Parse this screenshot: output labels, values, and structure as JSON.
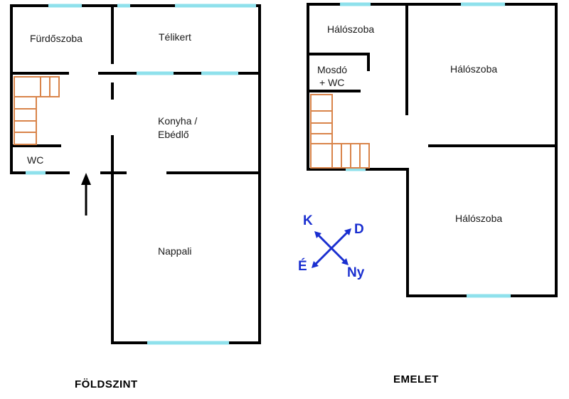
{
  "colors": {
    "wall": "#000000",
    "window": "#8fe1ec",
    "stairs": "#d9844a",
    "compass": "#1a2fd0",
    "text": "#1a1a1a"
  },
  "ground_floor": {
    "title": "FÖLDSZINT",
    "rooms": {
      "bathroom": "Fürdőszoba",
      "winter_garden": "Télikert",
      "kitchen_line1": "Konyha /",
      "kitchen_line2": "Ebédlő",
      "wc": "WC",
      "living_room": "Nappali"
    },
    "entrance_icon": "up-arrow-icon"
  },
  "upper_floor": {
    "title": "EMELET",
    "rooms": {
      "bedroom_small": "Hálószoba",
      "washroom_line1": "Mosdó",
      "washroom_line2": "+ WC",
      "bedroom_top_right": "Hálószoba",
      "bedroom_bottom_right": "Hálószoba"
    }
  },
  "compass": {
    "icon": "compass-cross-arrows-icon",
    "north_east_label": "D",
    "north_west_label": "K",
    "south_west_label": "É",
    "south_east_label": "Ny"
  }
}
